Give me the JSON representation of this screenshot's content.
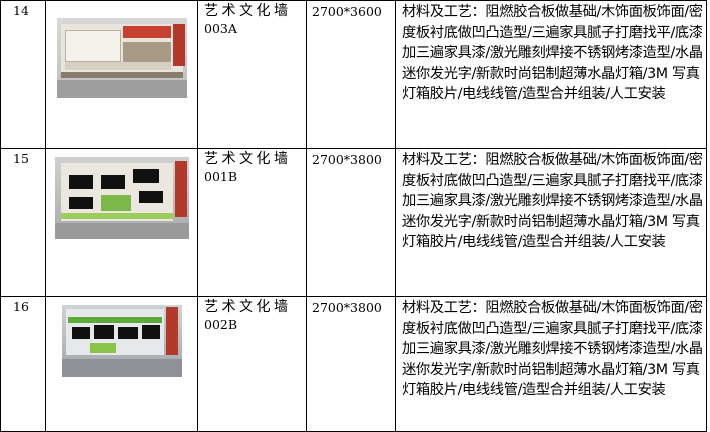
{
  "rows": [
    {
      "number": "14",
      "name": "艺术文化墙",
      "code": "003A",
      "size": "2700*3600",
      "description": "材料及工艺：阻燃胶合板做基础/木饰面板饰面/密度板衬底做凹凸造型/三遍家具腻子打磨找平/底漆加三遍家具漆/激光雕刻焊接不锈钢烤漆造型/水晶迷你发光字/新款时尚铝制超薄水晶灯箱/3M 写真灯箱胶片/电线线管/造型合并组装/人工安装"
    },
    {
      "number": "15",
      "name": "艺术文化墙",
      "code": "001B",
      "size": "2700*3800",
      "description": "材料及工艺：阻燃胶合板做基础/木饰面板饰面/密度板衬底做凹凸造型/三遍家具腻子打磨找平/底漆加三遍家具漆/激光雕刻焊接不锈钢烤漆造型/水晶迷你发光字/新款时尚铝制超薄水晶灯箱/3M 写真灯箱胶片/电线线管/造型合并组装/人工安装"
    },
    {
      "number": "16",
      "name": "艺术文化墙",
      "code": "002B",
      "size": "2700*3800",
      "description": "材料及工艺：阻燃胶合板做基础/木饰面板饰面/密度板衬底做凹凸造型/三遍家具腻子打磨找平/底漆加三遍家具漆/激光雕刻焊接不锈钢烤漆造型/水晶迷你发光字/新款时尚铝制超薄水晶灯箱/3M 写真灯箱胶片/电线线管/造型合并组装/人工安装"
    }
  ]
}
